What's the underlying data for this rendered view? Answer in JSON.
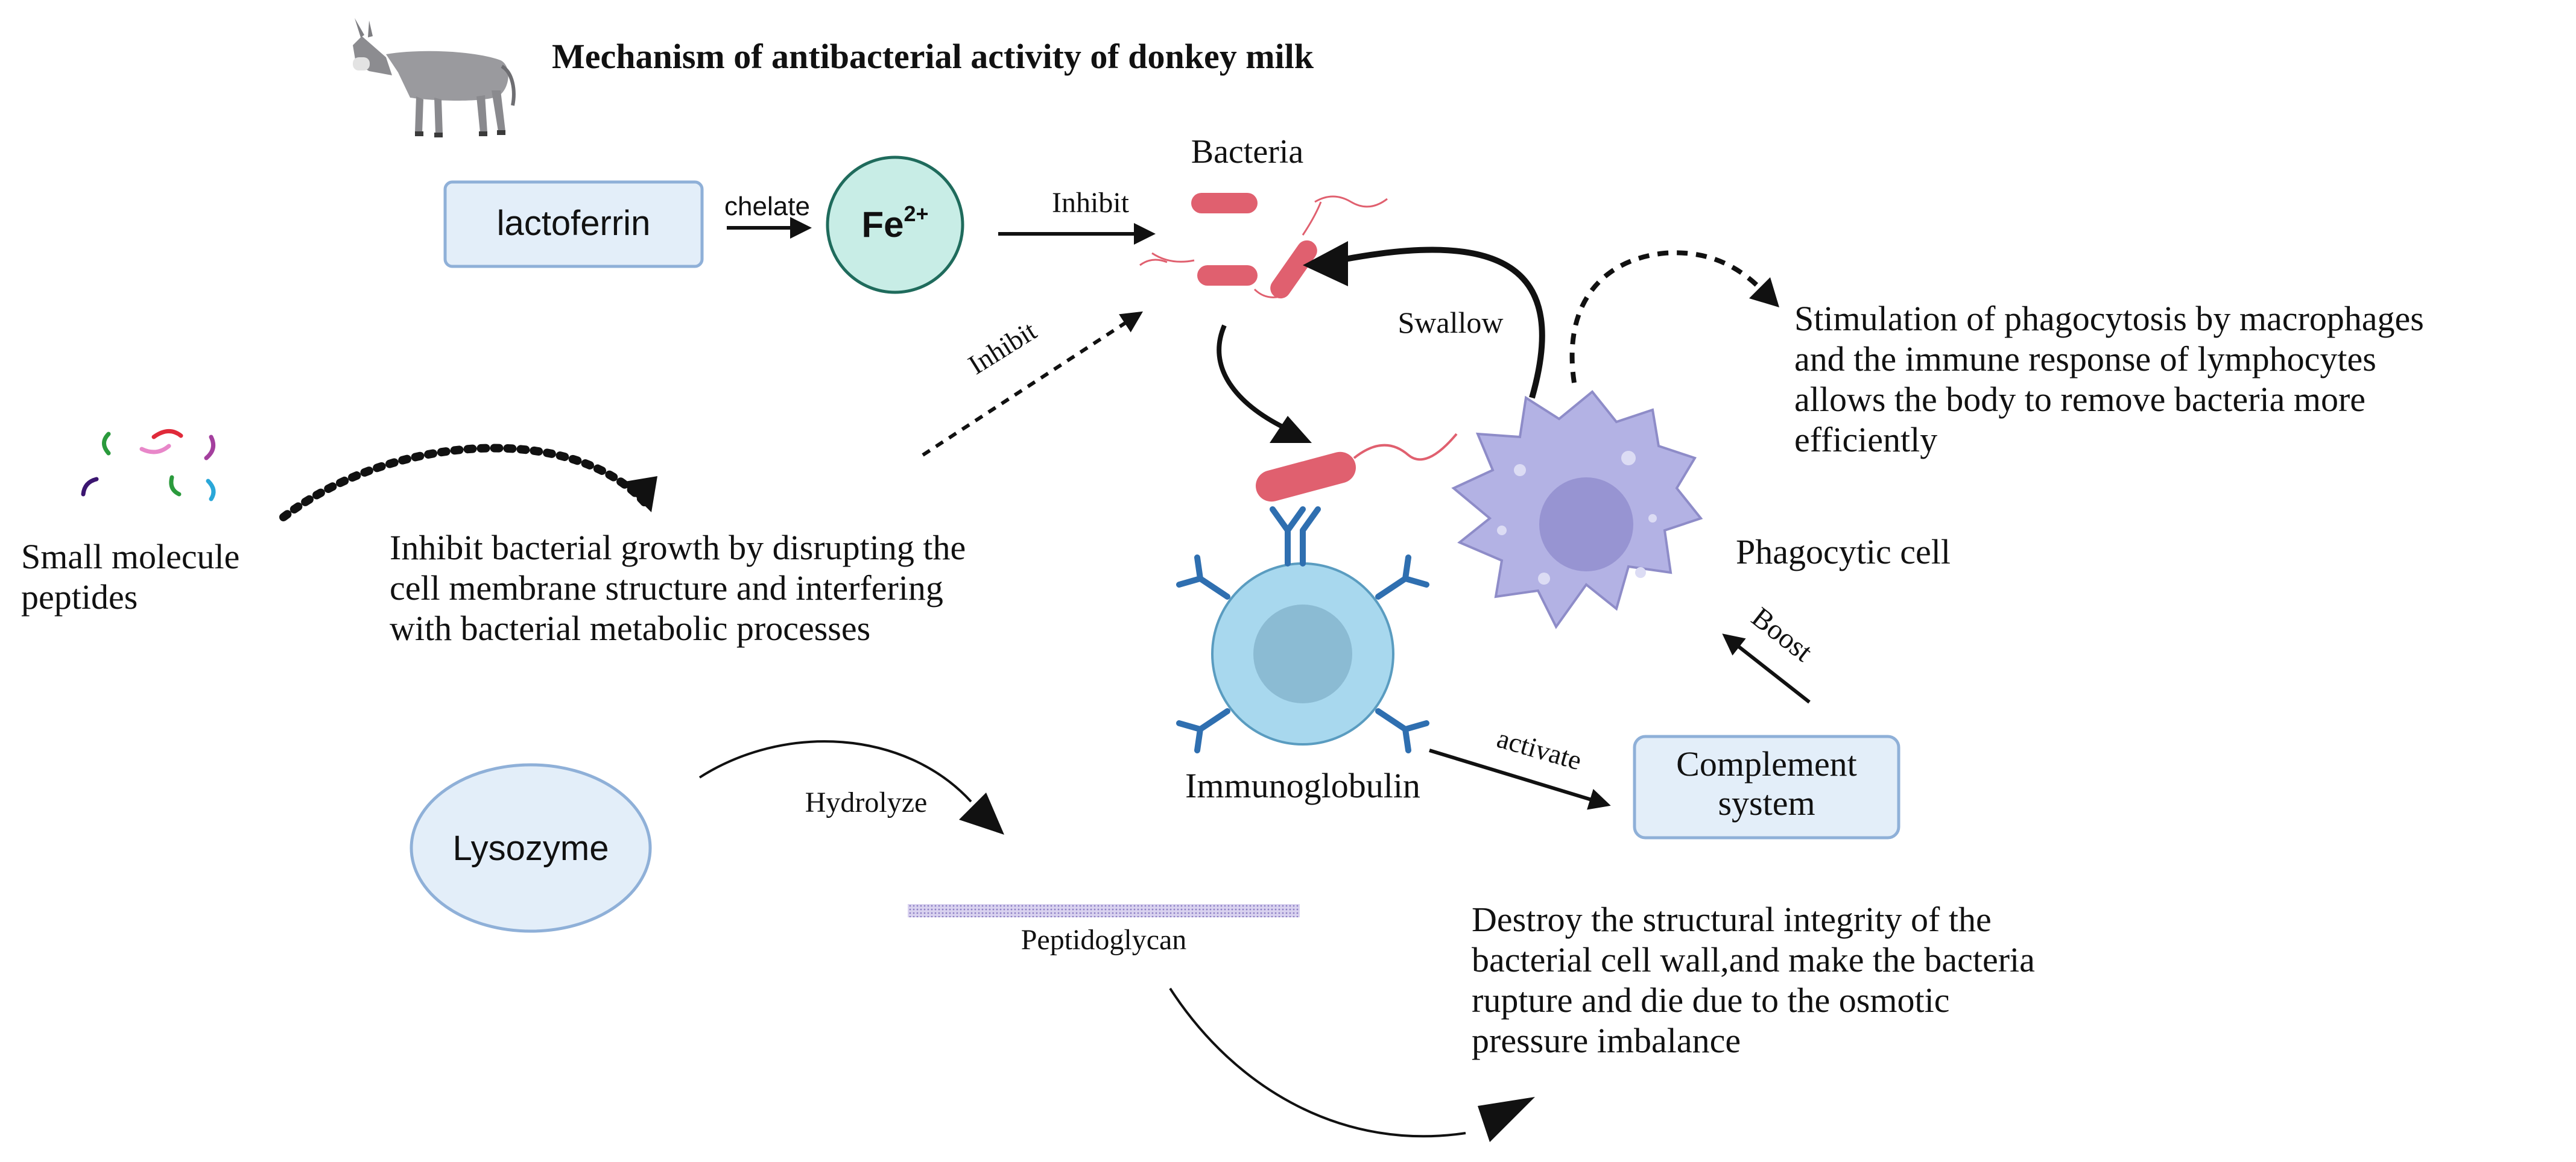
{
  "title": "Mechanism of antibacterial activity of donkey milk",
  "nodes": {
    "lactoferrin": "lactoferrin",
    "iron_base": "Fe",
    "iron_charge": "2+",
    "bacteria": "Bacteria",
    "small_peptides_line1": "Small molecule",
    "small_peptides_line2": "peptides",
    "phagocytic_cell": "Phagocytic cell",
    "immunoglobulin": "Immunoglobulin",
    "complement_line1": "Complement",
    "complement_line2": "system",
    "lysozyme": "Lysozyme",
    "peptidoglycan": "Peptidoglycan"
  },
  "edge_labels": {
    "chelate": "chelate",
    "inhibit_fe": "Inhibit",
    "inhibit_peptides": "Inhibit",
    "swallow": "Swallow",
    "boost": "Boost",
    "activate": "activate",
    "hydrolyze": "Hydrolyze"
  },
  "notes": {
    "peptides_effect": [
      "Inhibit bacterial growth by disrupting the",
      "cell membrane structure and interfering",
      "with bacterial metabolic processes"
    ],
    "phagocytosis_effect": [
      "Stimulation of phagocytosis by macrophages",
      "and the immune response of lymphocytes",
      "allows the body to remove bacteria more",
      "efficiently"
    ],
    "lysozyme_effect": [
      "Destroy the structural integrity of the",
      "bacterial cell wall,and make the bacteria",
      "rupture and die due to the osmotic",
      "pressure imbalance"
    ]
  },
  "colors": {
    "box_fill": "#e3eef9",
    "box_stroke": "#8fb0d8",
    "fe_fill": "#c8ede6",
    "fe_stroke": "#1f6b5c",
    "bacteria": "#e0606f",
    "cell_blue": "#a8d8ee",
    "cell_blue_dark": "#5a9cc0",
    "antibody": "#2f6fb0",
    "macrophage": "#b3b2e4",
    "macrophage_nucleus": "#9794d2",
    "arrow": "#111111"
  },
  "icons": [
    "donkey-icon",
    "peptide-fragments-icon",
    "bacteria-icon",
    "macrophage-icon",
    "b-cell-icon",
    "antibody-icon",
    "peptidoglycan-icon"
  ]
}
